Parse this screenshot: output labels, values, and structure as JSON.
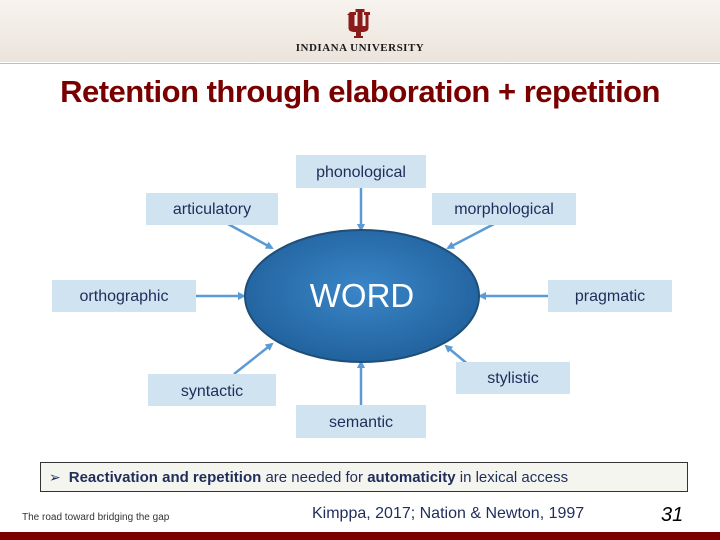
{
  "header": {
    "university": "INDIANA UNIVERSITY",
    "logo": "iu-trident-icon"
  },
  "title": "Retention through elaboration + repetition",
  "diagram": {
    "center": "WORD",
    "nodes": {
      "phonological": "phonological",
      "articulatory": "articulatory",
      "morphological": "morphological",
      "orthographic": "orthographic",
      "pragmatic": "pragmatic",
      "syntactic": "syntactic",
      "stylistic": "stylistic",
      "semantic": "semantic"
    }
  },
  "note": {
    "bullet_icon": "arrow-bullet-icon",
    "part1_bold": "Reactivation and repetition",
    "part2": " are needed for ",
    "part3_bold": "automaticity",
    "part4": " in lexical access"
  },
  "footer": {
    "left": "The road toward bridging the gap",
    "citation": "Kimppa, 2017; Nation & Newton, 1997",
    "page": "31"
  },
  "colors": {
    "crimson": "#7a0000",
    "box_fill": "#cfe3f0",
    "ellipse_fill": "#2e75b6",
    "ellipse_stroke": "#1f4e79",
    "arrow": "#5b9bd5"
  }
}
